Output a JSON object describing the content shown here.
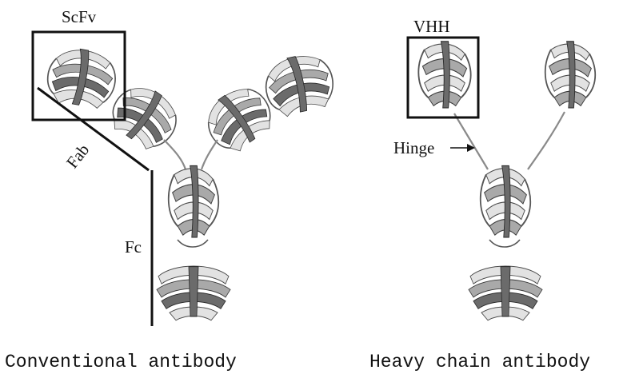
{
  "labels": {
    "scfv": "ScFv",
    "fab": "Fab",
    "fc": "Fc",
    "vhh": "VHH",
    "hinge": "Hinge"
  },
  "captions": {
    "conventional": "Conventional antibody",
    "heavy_chain": "Heavy chain antibody"
  },
  "colors": {
    "line": "#111111",
    "ribbon_dark": "#6b6b6b",
    "ribbon_light": "#e2e2e2"
  }
}
